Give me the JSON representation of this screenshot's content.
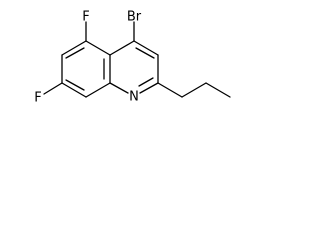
{
  "molecule": {
    "atoms": {
      "bromine": "Br",
      "fluorine_top": "F",
      "fluorine_left": "F",
      "nitrogen": "N"
    }
  }
}
